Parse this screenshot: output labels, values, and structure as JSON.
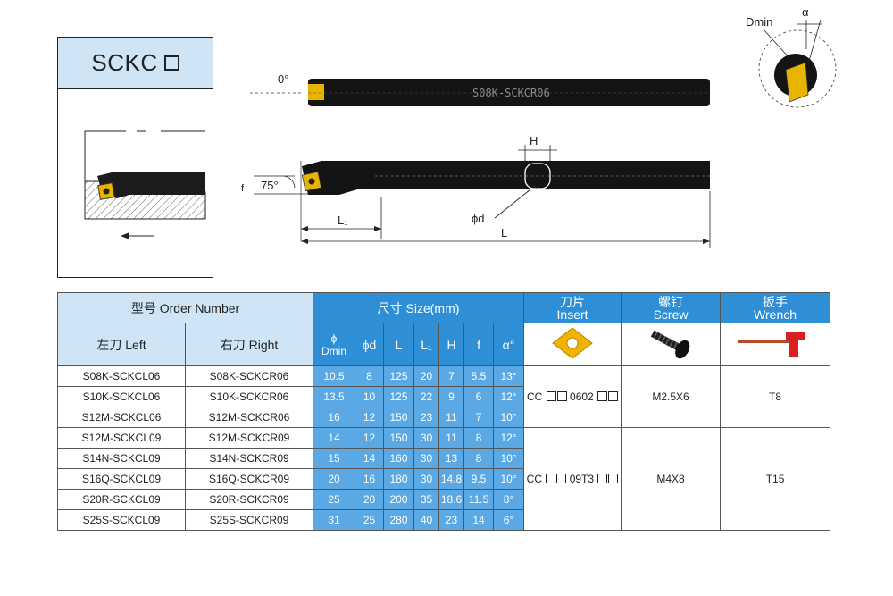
{
  "title": {
    "code": "SCKC"
  },
  "diagram": {
    "angle_top": "0°",
    "angle_side": "75°",
    "f_label": "f",
    "H_label": "H",
    "phid_label": "ϕd",
    "L1_label": "L₁",
    "L_label": "L",
    "Dmin_label": "Dmin",
    "alpha_label": "α",
    "shank_marking": "S08K-SCKCR06"
  },
  "table": {
    "group_order": "型号 Order Number",
    "group_size": "尺寸 Size(mm)",
    "insert_cn": "刀片",
    "insert_en": "Insert",
    "screw_cn": "螺钉",
    "screw_en": "Screw",
    "wrench_cn": "扳手",
    "wrench_en": "Wrench",
    "left": "左刀 Left",
    "right": "右刀 Right",
    "dmin_sym": "ϕ",
    "dmin": "Dmin",
    "phid": "ϕd",
    "L": "L",
    "L1": "L₁",
    "H": "H",
    "f": "f",
    "alpha": "α°",
    "rows": [
      {
        "left": "S08K-SCKCL06",
        "right": "S08K-SCKCR06",
        "dmin": "10.5",
        "d": "8",
        "L": "125",
        "L1": "20",
        "H": "7",
        "f": "5.5",
        "a": "13°"
      },
      {
        "left": "S10K-SCKCL06",
        "right": "S10K-SCKCR06",
        "dmin": "13.5",
        "d": "10",
        "L": "125",
        "L1": "22",
        "H": "9",
        "f": "6",
        "a": "12°"
      },
      {
        "left": "S12M-SCKCL06",
        "right": "S12M-SCKCR06",
        "dmin": "16",
        "d": "12",
        "L": "150",
        "L1": "23",
        "H": "11",
        "f": "7",
        "a": "10°"
      },
      {
        "left": "S12M-SCKCL09",
        "right": "S12M-SCKCR09",
        "dmin": "14",
        "d": "12",
        "L": "150",
        "L1": "30",
        "H": "11",
        "f": "8",
        "a": "12°"
      },
      {
        "left": "S14N-SCKCL09",
        "right": "S14N-SCKCR09",
        "dmin": "15",
        "d": "14",
        "L": "160",
        "L1": "30",
        "H": "13",
        "f": "8",
        "a": "10°"
      },
      {
        "left": "S16Q-SCKCL09",
        "right": "S16Q-SCKCR09",
        "dmin": "20",
        "d": "16",
        "L": "180",
        "L1": "30",
        "H": "14.8",
        "f": "9.5",
        "a": "10°"
      },
      {
        "left": "S20R-SCKCL09",
        "right": "S20R-SCKCR09",
        "dmin": "25",
        "d": "20",
        "L": "200",
        "L1": "35",
        "H": "18.6",
        "f": "11.5",
        "a": "8°"
      },
      {
        "left": "S25S-SCKCL09",
        "right": "S25S-SCKCR09",
        "dmin": "31",
        "d": "25",
        "L": "280",
        "L1": "40",
        "H": "23",
        "f": "14",
        "a": "6°"
      }
    ],
    "groups": [
      {
        "insert_pre": "CC",
        "insert_mid": "0602",
        "screw": "M2.5X6",
        "wrench": "T8"
      },
      {
        "insert_pre": "CC",
        "insert_mid": "09T3",
        "screw": "M4X8",
        "wrench": "T15"
      }
    ]
  }
}
